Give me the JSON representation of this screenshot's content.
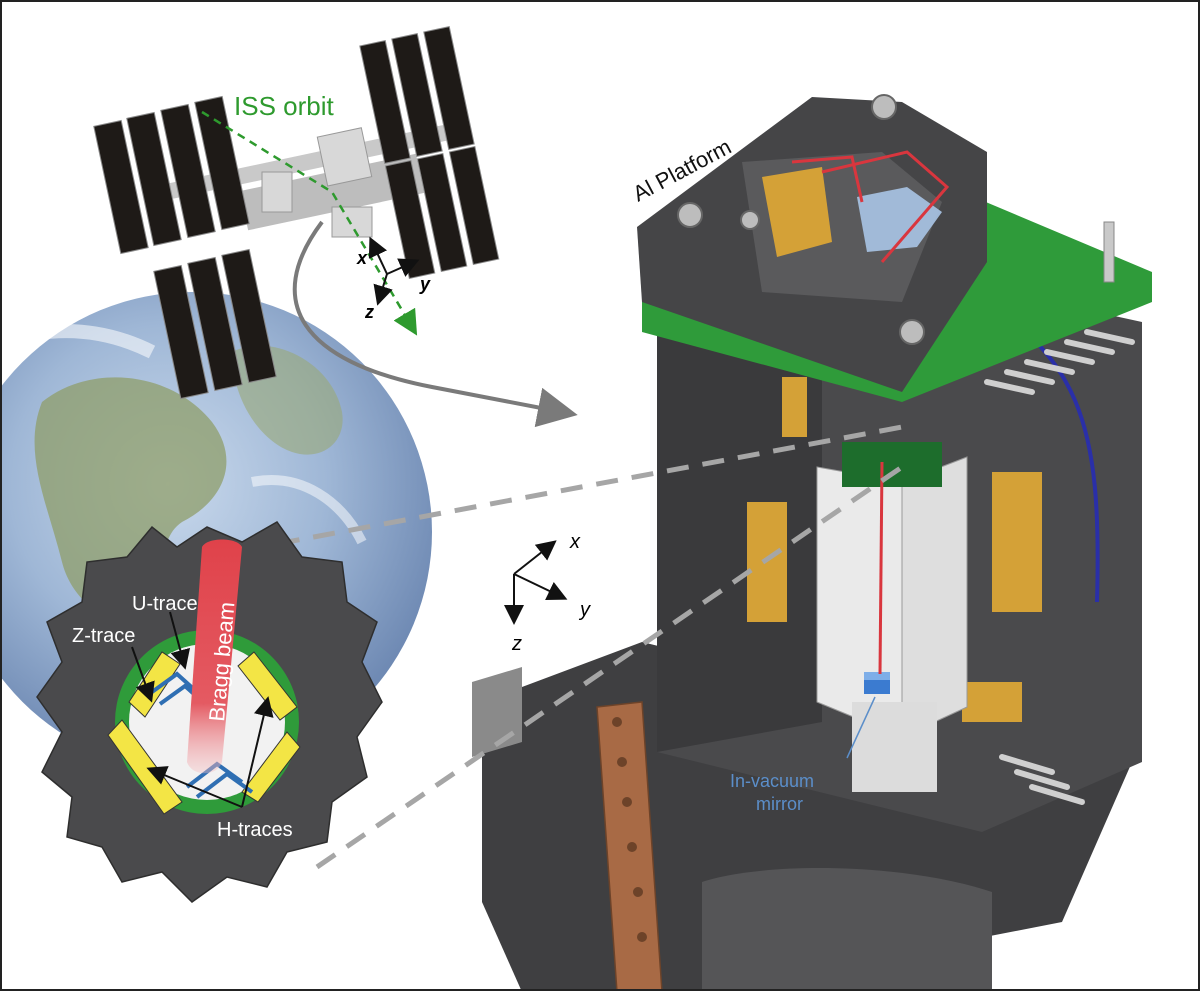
{
  "labels": {
    "iss_orbit": "ISS orbit",
    "al_platform": "Al Platform",
    "u_trace": "U-trace",
    "z_trace": "Z-trace",
    "bragg_beam": "Bragg beam",
    "h_traces": "H-traces",
    "in_vacuum_mirror_line1": "In-vacuum",
    "in_vacuum_mirror_line2": "mirror"
  },
  "axes_iss": {
    "x": "x",
    "y": "y",
    "z": "z"
  },
  "axes_apparatus": {
    "x": "x",
    "y": "y",
    "z": "z"
  },
  "colors": {
    "orbit_green": "#2e9a2e",
    "mirror_label": "#5b8ec9",
    "beam_red": "#d9363e",
    "trace_blue": "#2f6fb3",
    "pcb_green": "#2f9b3a",
    "gold": "#d4a137",
    "body_gray": "#4a4a4c"
  }
}
